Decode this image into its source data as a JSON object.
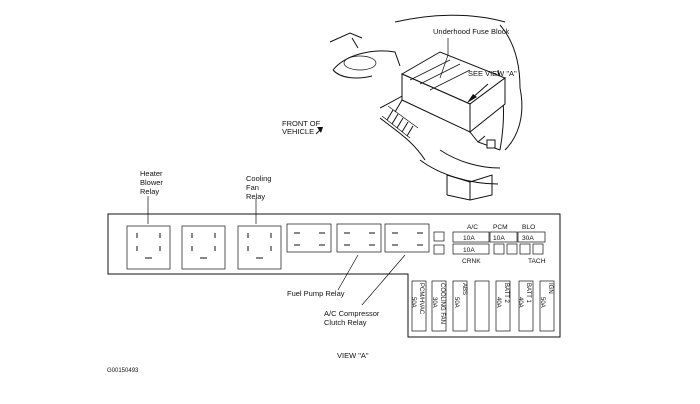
{
  "labels": {
    "underhood_fuse_block": "Underhood Fuse Block",
    "see_view": "SEE VIEW \"A\"",
    "front_of_vehicle_1": "FRONT OF",
    "front_of_vehicle_2": "VEHICLE",
    "heater_blower_relay": [
      "Heater",
      "Blower",
      "Relay"
    ],
    "cooling_fan_relay": [
      "Cooling",
      "Fan",
      "Relay"
    ],
    "fuel_pump_relay": "Fuel Pump Relay",
    "ac_compressor_relay": [
      "A/C Compressor",
      "Clutch Relay"
    ],
    "view_a": "VIEW \"A\"",
    "figure_id": "G00150493"
  },
  "mini_fuses": {
    "top_labels": [
      "A/C",
      "PCM",
      "BLO"
    ],
    "top_values": [
      "10A",
      "10A",
      "30A"
    ],
    "bottom_value": "10A",
    "bottom_labels": [
      "CRNK",
      "TACH"
    ]
  },
  "maxi_fuses": [
    {
      "name": "PCM/HVAC",
      "value": "50A"
    },
    {
      "name": "COOLING FAN",
      "value": "30A"
    },
    {
      "name": "ABS",
      "value": "50A"
    },
    {
      "name": "BATT 2",
      "value": "40A"
    },
    {
      "name": "BATT 1",
      "value": "40A"
    },
    {
      "name": "IGN",
      "value": "50A"
    }
  ]
}
